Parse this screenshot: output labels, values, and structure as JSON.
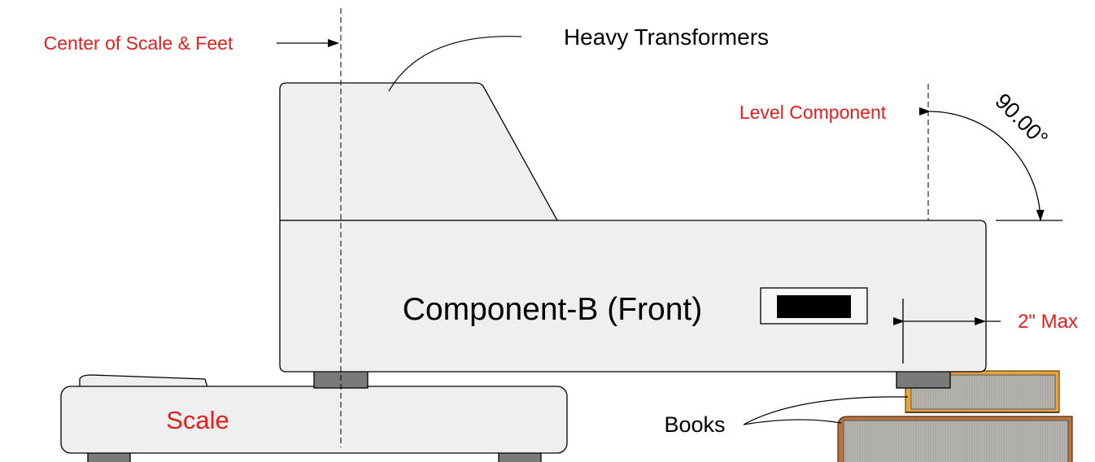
{
  "labels": {
    "center_of_scale": "Center of Scale & Feet",
    "heavy_transformers": "Heavy Transformers",
    "level_component": "Level Component",
    "angle": "90.00°",
    "component_name": "Component-B (Front)",
    "max_distance": "2\" Max",
    "scale": "Scale",
    "books": "Books"
  },
  "colors": {
    "annotation_red": "#e0201e",
    "annotation_black": "#000000",
    "body_fill": "#efefef",
    "foot_fill": "#7a7a7a",
    "book_cover_orange": "#e8a33a",
    "book_cover_brown": "#b8743c",
    "book_pages": "#b8b6b0"
  }
}
